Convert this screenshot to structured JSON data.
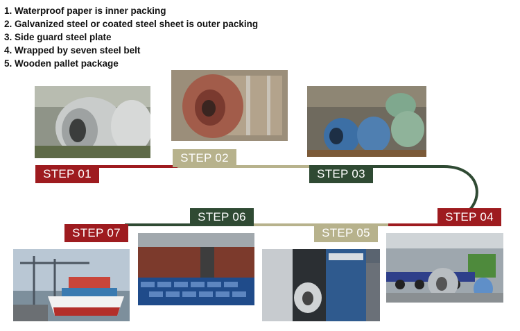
{
  "instructions": [
    "1. Waterproof paper is inner packing",
    "2. Galvanized steel or coated steel sheet is outer packing",
    "3. Side guard steel plate",
    "4. Wrapped by seven steel belt",
    "5. Wooden pallet package"
  ],
  "steps": [
    {
      "label": "STEP 01",
      "color": "#9e1b1f"
    },
    {
      "label": "STEP 02",
      "color": "#b7b28c"
    },
    {
      "label": "STEP 03",
      "color": "#2f4a33"
    },
    {
      "label": "STEP 04",
      "color": "#9e1b1f"
    },
    {
      "label": "STEP 05",
      "color": "#b7b28c"
    },
    {
      "label": "STEP 06",
      "color": "#2f4a33"
    },
    {
      "label": "STEP 07",
      "color": "#9e1b1f"
    }
  ],
  "path_colors": {
    "red": "#9e1b1f",
    "khaki": "#b7b28c",
    "green": "#2f4a33"
  }
}
